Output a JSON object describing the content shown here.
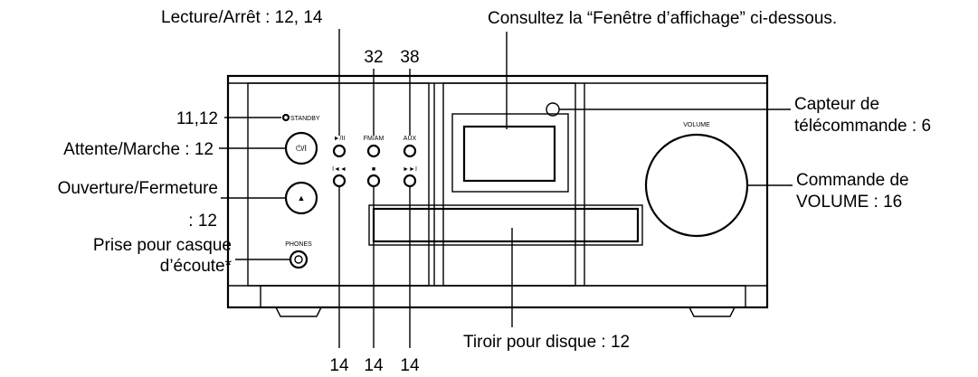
{
  "callouts": {
    "play_stop": "Lecture/Arrêt : 12, 14",
    "display_window": "Consultez la “Fenêtre d’affichage” ci-dessous.",
    "fm_am_ref": "32",
    "aux_ref": "38",
    "standby_ref": "11,12",
    "standby_on": "Attente/Marche : 12",
    "open_close_line1": "Ouverture/Fermeture",
    "open_close_line2": ": 12",
    "headphone_line1": "Prise pour casque",
    "headphone_line2": "d’écoute*",
    "remote_sensor_line1": "Capteur de",
    "remote_sensor_line2": "télécommande : 6",
    "volume_line1": "Commande de",
    "volume_line2": "VOLUME : 16",
    "disc_tray": "Tiroir pour disque : 12",
    "skip_back_ref": "14",
    "stop_ref": "14",
    "skip_fwd_ref": "14"
  },
  "panel": {
    "standby": "STANDBY",
    "phones": "PHONES",
    "volume": "VOLUME",
    "fm_am": "FM/AM",
    "aux": "AUX",
    "power_symbol": "⏻/I",
    "eject_symbol": "▲",
    "play_pause_symbol": "►/II",
    "skip_back_symbol": "I◄◄",
    "stop_symbol": "■",
    "skip_fwd_symbol": "►►I"
  }
}
